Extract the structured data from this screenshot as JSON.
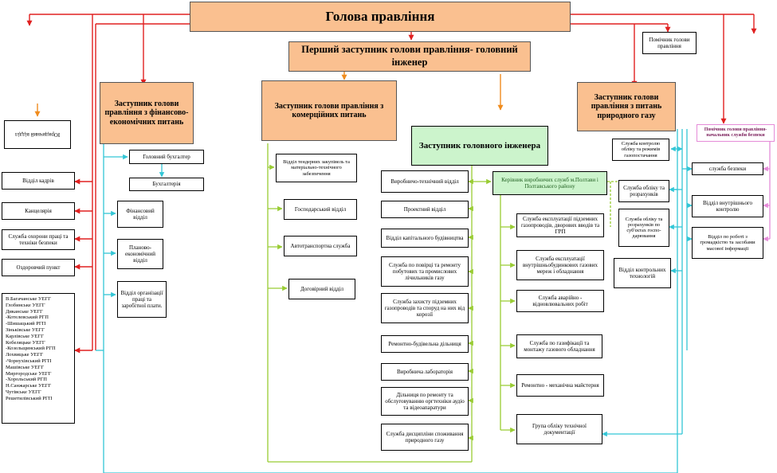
{
  "chart_data": {
    "type": "org-chart",
    "head": "Голова правління",
    "first_deputy": "Перший заступник голови правління- головний інженер",
    "assistant": "Помічник голови правління",
    "deputy_finance": "Заступник голови правління з фінансово- економічних питань",
    "deputy_commercial": "Заступник голови правління з комерційних питань",
    "deputy_chief_engineer": "Заступник головного інженера",
    "deputy_gas": "Заступник голови правління з питань природного газу",
    "security_head": "Помічник голови правління-начальник служби безпеки",
    "left_units": [
      "Юридичний відділ",
      "Відділ кадрів",
      "Канцелярія",
      "Служба охорони праці та техніки безпеки",
      "Оздоровчий пункт"
    ],
    "branches": [
      "В.Багачанське УЕГГ",
      "Глобинське УЕГГ",
      "Диканське УЕГГ",
      "-Котелевський РГП",
      "-Шишацький РГП",
      "Зіньківське УЕГГ",
      "Карлівське УЕГГ",
      "Кобеляцьке УЕГГ",
      "-Козельщинський РГП",
      "Лохвицьке УЕГГ",
      "-Чорнухівський РГП",
      "Машівське УЕГГ",
      "Миргородське УЕГГ",
      "-Хорольський РГП",
      "Н.Санжарське УЕГГ",
      "Чутівське УЕГГ",
      "Решетилівський РГП"
    ],
    "finance_units": [
      "Головний бухгалтер",
      "Бухгалтерія",
      "Фінансовий відділ",
      "Планово-економічний відділ",
      "Відділ організації праці та заробітної плати."
    ],
    "commercial_units": [
      "Відділ тендерних закупівель та матеріально-технічного забезпечення",
      "Господарський відділ",
      "Автотранспортна служба",
      "Договірний відділ"
    ],
    "engineer_units": [
      "Виробничо-технічний відділ",
      "Проектний відділ",
      "Відділ капітального будівництва",
      "Служба по повірці та ремонту побутових та промислових лічильників газу",
      "Служба захисту підземних газопроводів та споруд на них від корозії",
      "Ремонтно-будівельна дільниця",
      "Виробнича лабораторія",
      "Дільниця по ремонту та обслуговуванню оргтехніки аудіо та відеоапаратури",
      "Служба дисципліни споживання природного газу"
    ],
    "poltava_head": "Керівник виробничих служб м.Полтави і Полтавського району",
    "poltava_units": [
      "Служба експлуатації підземних газопроводів, дворових вводів та ГРП",
      "Служба експлуатації внутрішньобудинкових газових мереж і обладнання",
      "Служба аварійно - відновлювальних робіт",
      "Служба по газифікації та монтажу газового обладнання",
      "Ремонтно - механічна майстерня",
      "Група обліку технічної документації"
    ],
    "gas_units": [
      "Служба контролю обліку та режимів газопостачання",
      "Служба обліку та розрахунків",
      "Служба обліку та розрахунків по суб'єктах госпо-дарювання",
      "Відділ контрольних технологій"
    ],
    "security_units": [
      "служба безпеки",
      "Відділ внутрішнього контролю",
      "Відділ по роботі з громадкістю та засобами масової інформації"
    ],
    "colors": {
      "orange": "#fac090",
      "green": "#ccf4cc",
      "red": "#e02020",
      "olive": "#99cc33",
      "cyan": "#33c6d6",
      "pink": "#e58bd8",
      "orangeArrow": "#f08c1e"
    }
  }
}
